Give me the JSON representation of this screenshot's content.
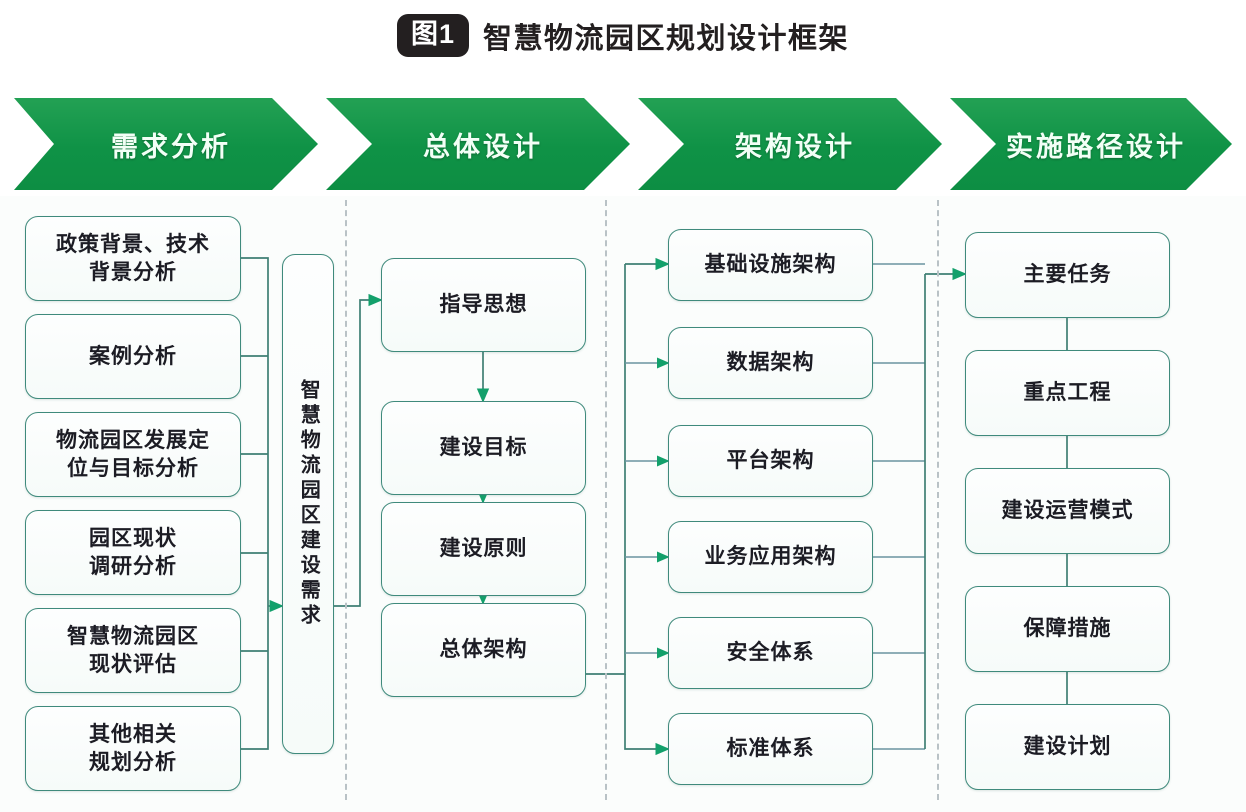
{
  "header": {
    "figure_badge": "图1",
    "title": "智慧物流园区规划设计框架"
  },
  "banner": {
    "stages": [
      {
        "label": "需求分析"
      },
      {
        "label": "总体设计"
      },
      {
        "label": "架构设计"
      },
      {
        "label": "实施路径设计"
      }
    ]
  },
  "columns": {
    "requirements": {
      "items": [
        {
          "label": "政策背景、技术\n背景分析"
        },
        {
          "label": "案例分析"
        },
        {
          "label": "物流园区发展定\n位与目标分析"
        },
        {
          "label": "园区现状\n调研分析"
        },
        {
          "label": "智慧物流园区\n现状评估"
        },
        {
          "label": "其他相关\n规划分析"
        }
      ],
      "summary": {
        "label": "智慧物流园区建设需求"
      }
    },
    "overall_design": {
      "items": [
        {
          "label": "指导思想"
        },
        {
          "label": "建设目标"
        },
        {
          "label": "建设原则"
        },
        {
          "label": "总体架构"
        }
      ]
    },
    "architecture_design": {
      "items": [
        {
          "label": "基础设施架构"
        },
        {
          "label": "数据架构"
        },
        {
          "label": "平台架构"
        },
        {
          "label": "业务应用架构"
        },
        {
          "label": "安全体系"
        },
        {
          "label": "标准体系"
        }
      ]
    },
    "implementation_path": {
      "items": [
        {
          "label": "主要任务"
        },
        {
          "label": "重点工程"
        },
        {
          "label": "建设运营模式"
        },
        {
          "label": "保障措施"
        },
        {
          "label": "建设计划"
        }
      ]
    }
  },
  "colors": {
    "banner_green": "#0f9246",
    "node_border": "#3f8a7c",
    "connector": "#3f7f74",
    "arrow": "#13a06b",
    "separator": "#b9c2c6",
    "badge_bg": "#231f20",
    "canvas_bg": "#fbfdfc"
  }
}
